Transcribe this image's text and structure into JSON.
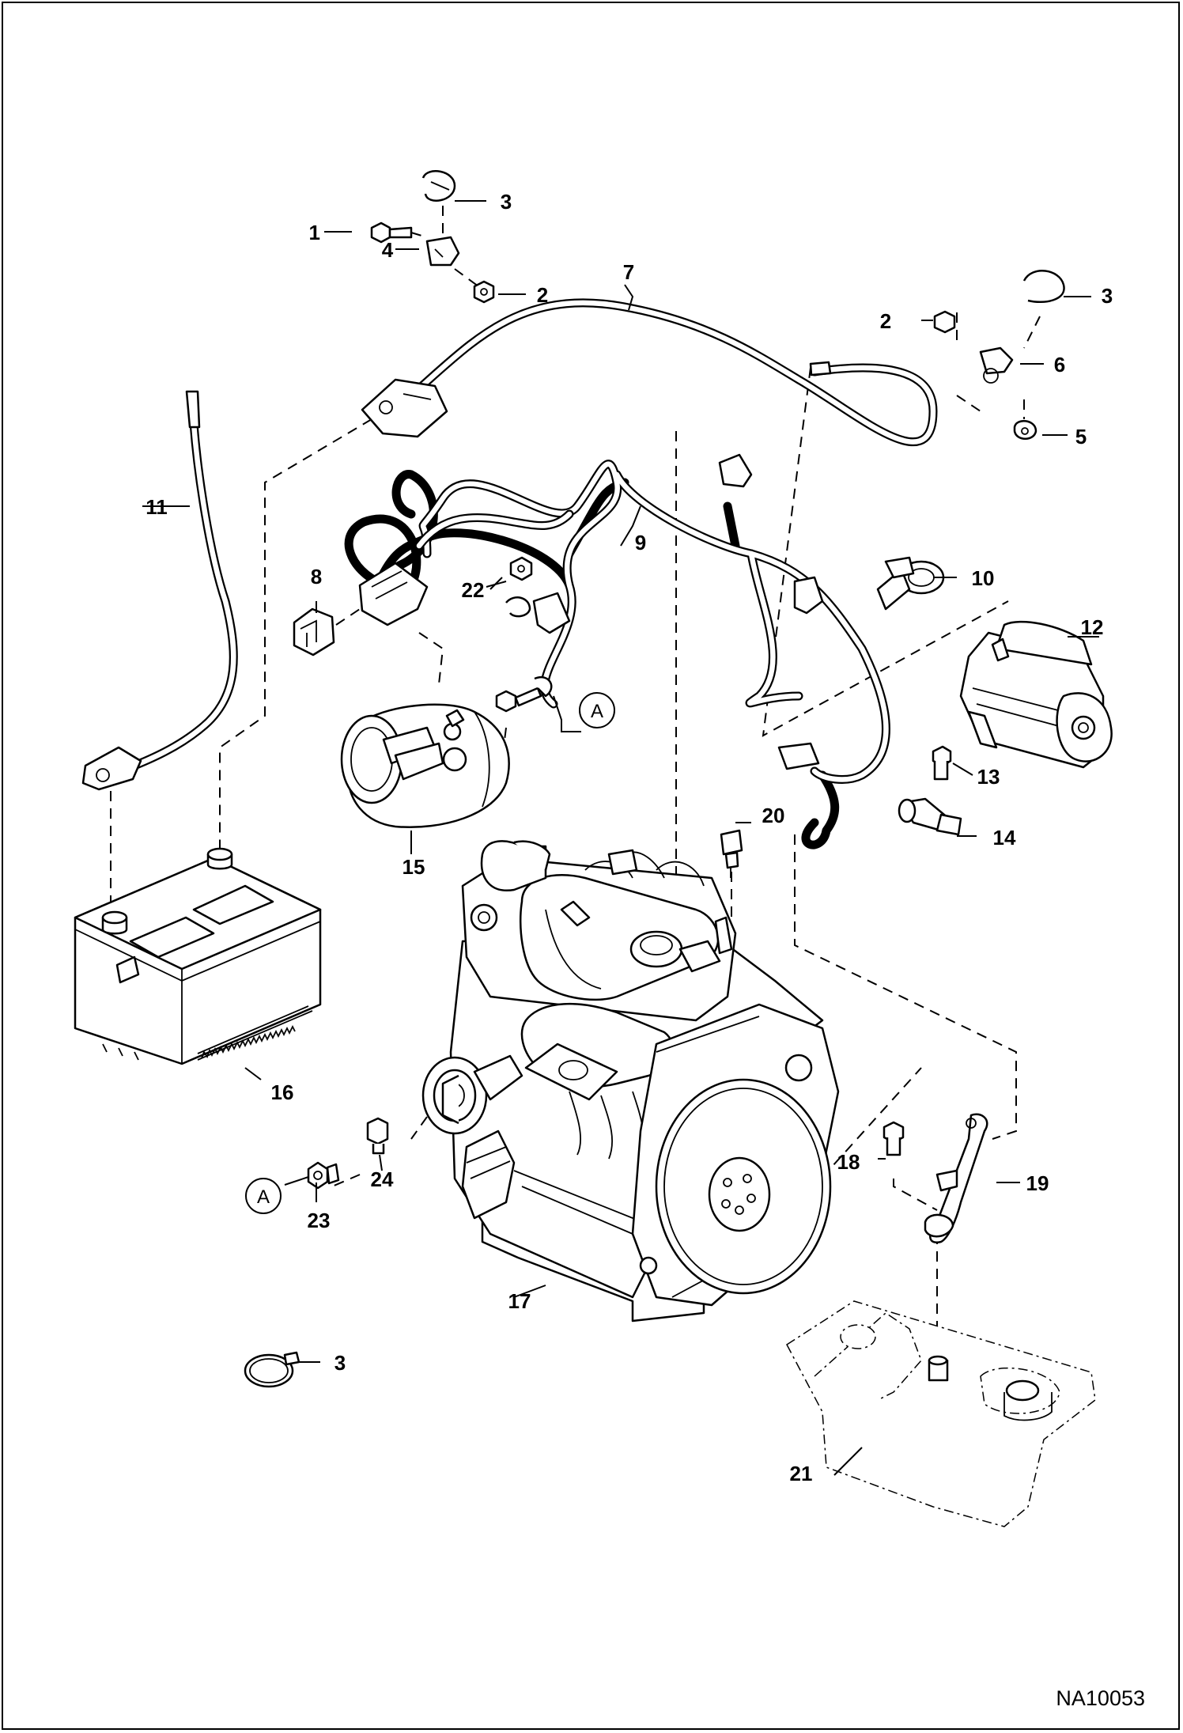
{
  "callouts": {
    "c1": "1",
    "c2a": "2",
    "c2b": "2",
    "c3a": "3",
    "c3b": "3",
    "c3c": "3",
    "c4": "4",
    "c5": "5",
    "c6": "6",
    "c7": "7",
    "c8": "8",
    "c9": "9",
    "c10": "10",
    "c11": "11",
    "c12": "12",
    "c13": "13",
    "c14": "14",
    "c15": "15",
    "c16": "16",
    "c17": "17",
    "c18": "18",
    "c19": "19",
    "c20": "20",
    "c21": "21",
    "c22": "22",
    "c23": "23",
    "c24": "24"
  },
  "references": {
    "ref_a_top": "A",
    "ref_a_bottom": "A"
  },
  "drawing_id": "NA10053"
}
